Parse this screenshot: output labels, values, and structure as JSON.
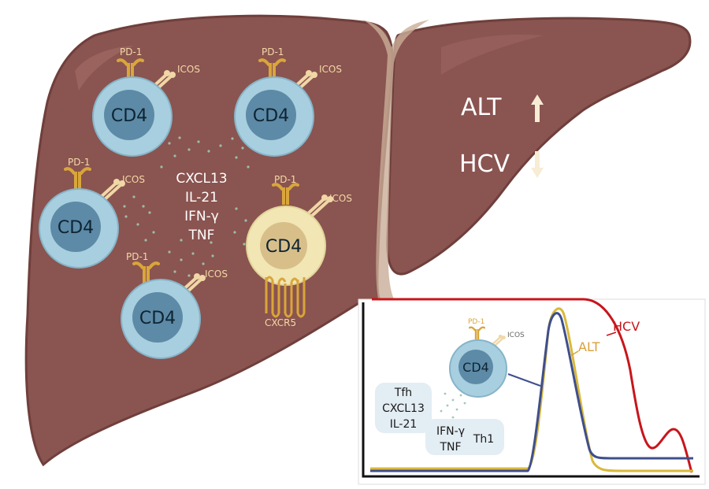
{
  "cells": {
    "top_left": {
      "label": "CD4",
      "pd1": "PD-1",
      "icos": "ICOS"
    },
    "top_mid": {
      "label": "CD4",
      "pd1": "PD-1",
      "icos": "ICOS"
    },
    "mid_left": {
      "label": "CD4",
      "pd1": "PD-1",
      "icos": "ICOS"
    },
    "bottom": {
      "label": "CD4",
      "pd1": "PD-1",
      "icos": "ICOS"
    },
    "tfh": {
      "label": "CD4",
      "pd1": "PD-1",
      "icos": "ICOS",
      "cxcr5": "CXCR5"
    }
  },
  "cytokines": [
    "CXCL13",
    "IL-21",
    "IFN-γ",
    "TNF"
  ],
  "liver_markers": {
    "alt": "ALT",
    "hcv": "HCV"
  },
  "inset": {
    "cell_label": "CD4",
    "pd1": "PD-1",
    "icos": "ICOS",
    "tfh_box": [
      "Tfh",
      "CXCL13",
      "IL-21"
    ],
    "th1_box": [
      "IFN-γ",
      "TNF"
    ],
    "th1_label": "Th1",
    "curve_labels": {
      "alt": "ALT",
      "hcv": "HCV"
    }
  },
  "colors": {
    "liver": "#8a5450",
    "liver_dark": "#6f3f3c",
    "cell_outer": "#a8cfdf",
    "cell_nucleus": "#5d8aa6",
    "tfh_outer": "#f1e6b4",
    "tfh_nucleus": "#d8bf8a",
    "receptor": "#d9a63a",
    "hcv_curve": "#c8151b",
    "alt_curve": "#d9b93a",
    "cd4_curve": "#3f4f8c"
  }
}
